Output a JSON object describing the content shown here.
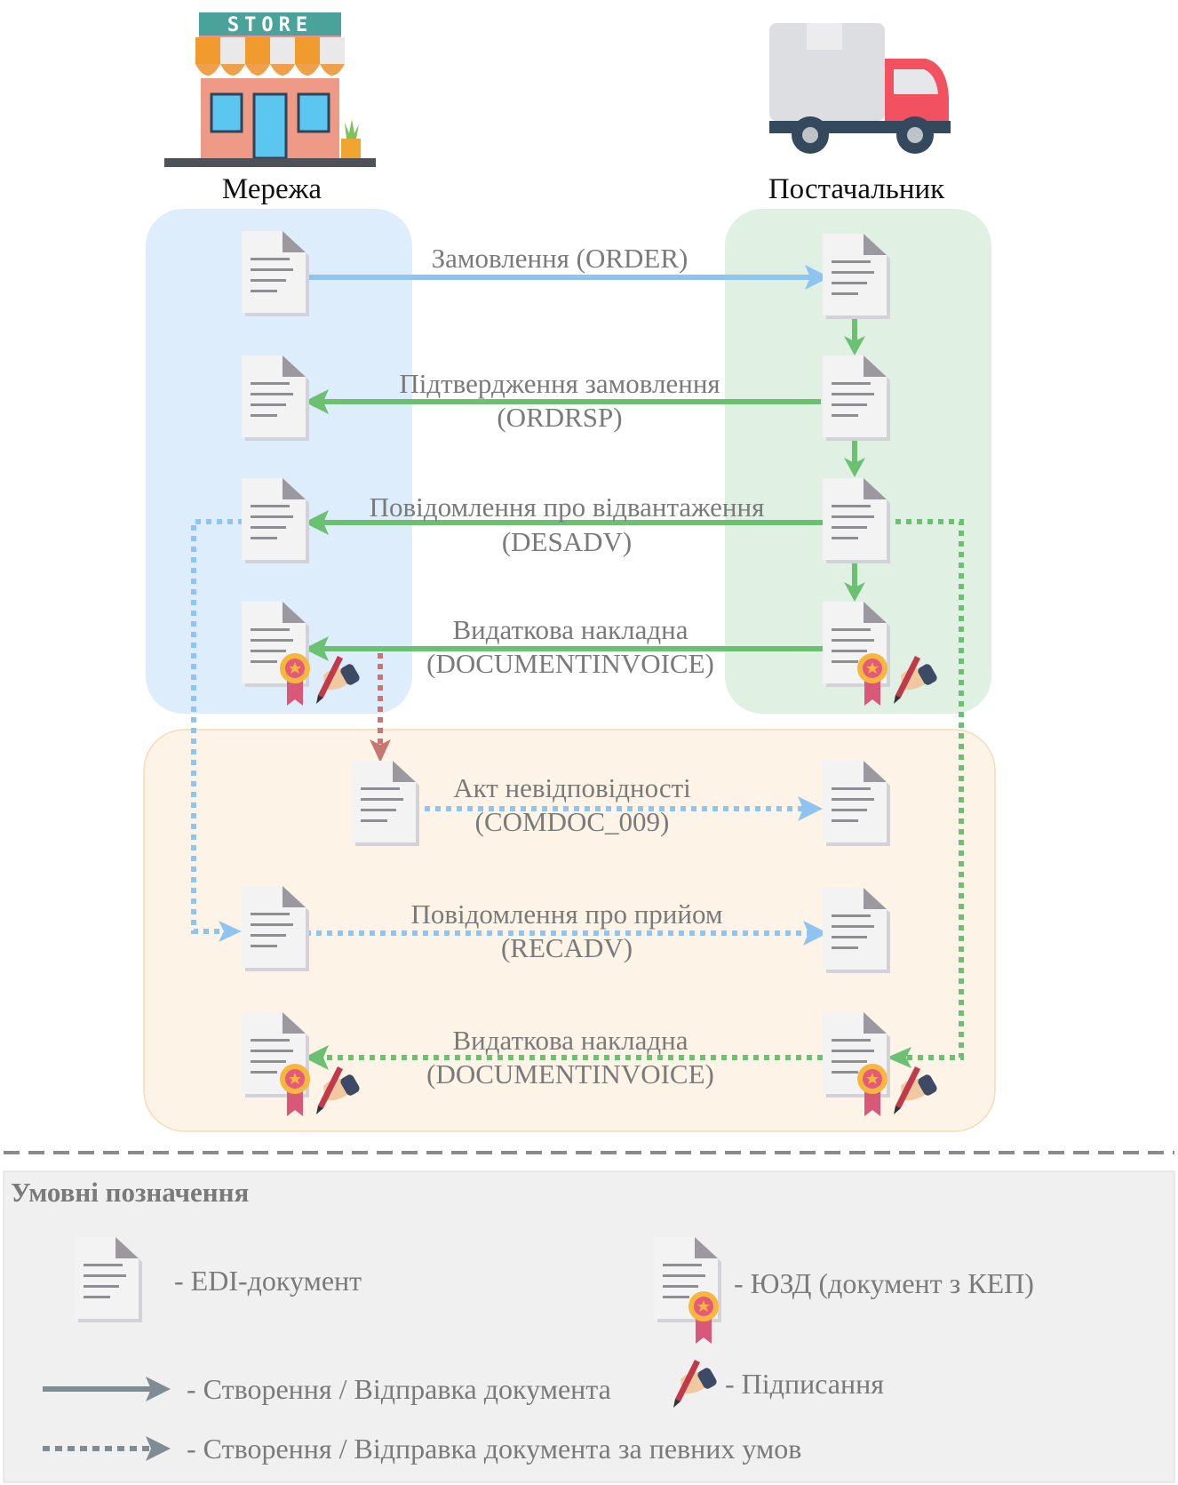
{
  "store_sign": "STORE",
  "columns": {
    "left_title": "Мережа",
    "right_title": "Постачальник"
  },
  "messages": [
    {
      "line1": "Замовлення (ORDER)",
      "line2": ""
    },
    {
      "line1": "Підтвердження замовлення",
      "line2": "(ORDRSP)"
    },
    {
      "line1": "Повідомлення про відвантаження",
      "line2": "(DESADV)"
    },
    {
      "line1": "Видаткова накладна",
      "line2": "(DOCUMENTINVOICE)"
    },
    {
      "line1": "Акт невідповідності",
      "line2": "(COMDOC_009)"
    },
    {
      "line1": "Повідомлення про прийом",
      "line2": "(RECADV)"
    },
    {
      "line1": "Видаткова накладна",
      "line2": "(DOCUMENTINVOICE)"
    }
  ],
  "legend": {
    "title": "Умовні позначення",
    "edi_document": "-  EDI-документ",
    "signed_document": "-  ЮЗД (документ з КЕП)",
    "send_solid": "-  Створення / Відправка документа",
    "signing": "-  Підписання",
    "send_dotted": "-  Створення / Відправка документа за певних умов"
  },
  "colors": {
    "network_panel": "#deedfb",
    "supplier_panel": "#e0f0e3",
    "conditional_panel": "#fdf4e7",
    "blue_arrow": "#90c4f0",
    "green_arrow": "#6cc071",
    "red_arrow": "#c87672",
    "legend_bg": "#f0f0f0",
    "legend_arrow": "#7f8c93"
  },
  "icons": {
    "document": "document-icon",
    "seal": "seal-icon",
    "signing": "signing-hand-icon",
    "store": "store-icon",
    "truck": "truck-icon"
  }
}
